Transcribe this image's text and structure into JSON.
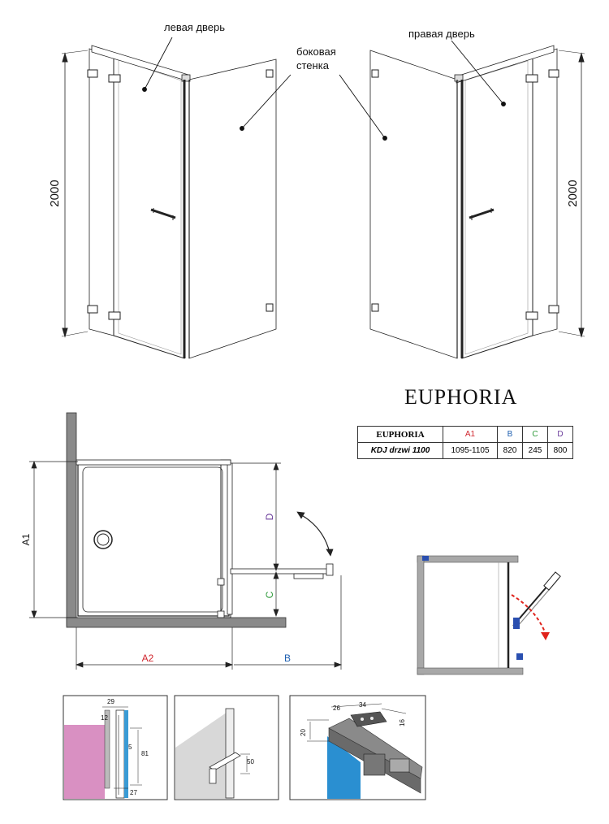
{
  "labels": {
    "left_door": "левая дверь",
    "side_wall_line1": "боковая",
    "side_wall_line2": "стенка",
    "right_door": "правая дверь",
    "height_left": "2000",
    "height_right": "2000"
  },
  "brand": "EUPHORIA",
  "spec_table": {
    "header": [
      "EUPHORIA",
      "A1",
      "B",
      "C",
      "D"
    ],
    "header_colors": [
      "#111111",
      "#d0262e",
      "#1e5fb0",
      "#2e9a3a",
      "#6a3b9a"
    ],
    "row": [
      "KDJ drzwi 1100",
      "1095-1105",
      "820",
      "245",
      "800"
    ]
  },
  "plan_dimensions": {
    "A1": "A1",
    "A2": "A2",
    "B": "B",
    "C": "C",
    "D": "D",
    "A1_color": "#d0262e",
    "A2_color": "#d0262e",
    "B_color": "#1e5fb0",
    "C_color": "#2e9a3a",
    "D_color": "#6a3b9a"
  },
  "details": {
    "d1": {
      "a": "29",
      "b": "12",
      "c": "81",
      "d": "5",
      "e": "27"
    },
    "d2": {
      "a": "50"
    },
    "d3": {
      "a": "26",
      "b": "34",
      "c": "16",
      "d": "20"
    }
  }
}
